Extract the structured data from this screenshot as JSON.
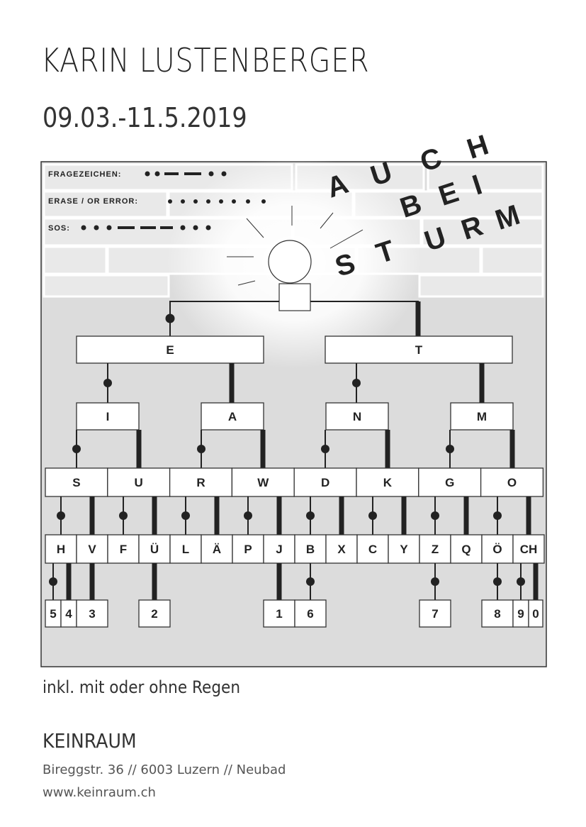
{
  "header": {
    "artist": "KARIN LUSTENBERGER",
    "dates": "09.03.-11.5.2019"
  },
  "codes": {
    "question": "FRAGEZEICHEN:",
    "erase": "ERASE / OR ERROR:",
    "sos": "SOS:"
  },
  "slogan": [
    "A",
    "U",
    "C",
    "H",
    "B",
    "E",
    "I",
    "S",
    "T",
    "U",
    "R",
    "M"
  ],
  "tree": {
    "level1": [
      "E",
      "T"
    ],
    "level2": [
      "I",
      "A",
      "N",
      "M"
    ],
    "level3": [
      "S",
      "U",
      "R",
      "W",
      "D",
      "K",
      "G",
      "O"
    ],
    "level4": [
      "H",
      "V",
      "F",
      "Ü",
      "L",
      "Ä",
      "P",
      "J",
      "B",
      "X",
      "C",
      "Y",
      "Z",
      "Q",
      "Ö",
      "CH"
    ],
    "numbers": [
      "5",
      "4",
      "3",
      "2",
      "1",
      "6",
      "7",
      "8",
      "9",
      "0"
    ]
  },
  "footer": {
    "subtitle": "inkl. mit oder ohne Regen",
    "venue": "KEINRAUM",
    "address": "Bireggstr. 36 // 6003 Luzern // Neubad",
    "website": "www.keinraum.ch"
  }
}
